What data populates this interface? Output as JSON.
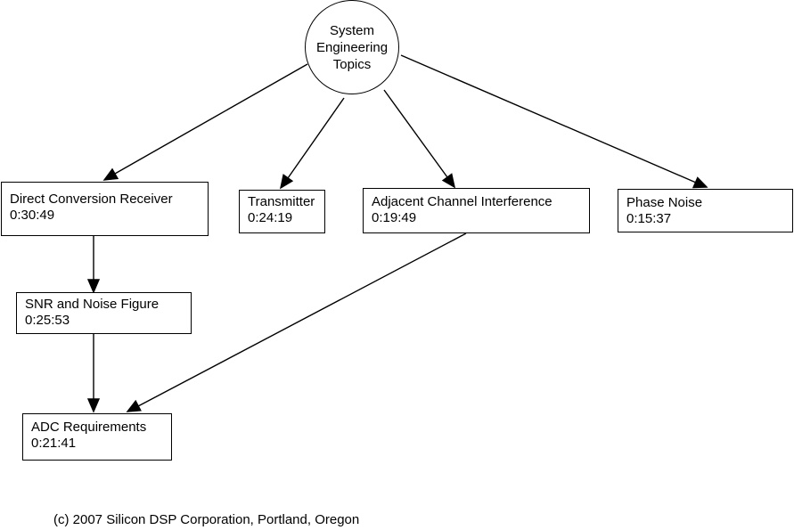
{
  "root": {
    "lines": [
      "System",
      "Engineering",
      "Topics"
    ]
  },
  "nodes": {
    "direct_conversion": {
      "title": "Direct Conversion Receiver",
      "duration": "0:30:49"
    },
    "transmitter": {
      "title": "Transmitter",
      "duration": "0:24:19"
    },
    "adjacent_channel": {
      "title": "Adjacent Channel Interference",
      "duration": "0:19:49"
    },
    "phase_noise": {
      "title": "Phase Noise",
      "duration": "0:15:37"
    },
    "snr_noise_figure": {
      "title": "SNR and Noise Figure",
      "duration": "0:25:53"
    },
    "adc_requirements": {
      "title": "ADC Requirements",
      "duration": "0:21:41"
    }
  },
  "edges": [
    {
      "from": "root",
      "to": "direct_conversion"
    },
    {
      "from": "root",
      "to": "transmitter"
    },
    {
      "from": "root",
      "to": "adjacent_channel"
    },
    {
      "from": "root",
      "to": "phase_noise"
    },
    {
      "from": "direct_conversion",
      "to": "snr_noise_figure"
    },
    {
      "from": "snr_noise_figure",
      "to": "adc_requirements"
    },
    {
      "from": "adjacent_channel",
      "to": "adc_requirements"
    }
  ],
  "footer": "(c) 2007 Silicon DSP Corporation, Portland, Oregon"
}
